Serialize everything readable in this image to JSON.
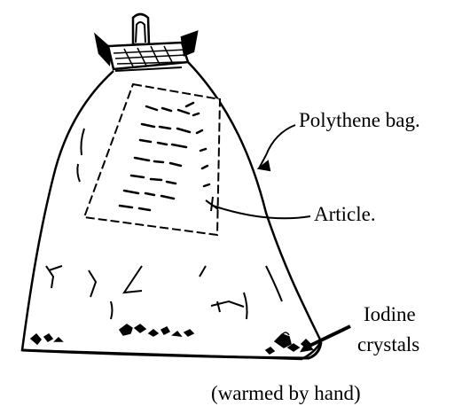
{
  "labels": {
    "polythene_bag": "Polythene bag.",
    "article": "Article.",
    "iodine_line1": "Iodine",
    "iodine_line2": "crystals",
    "warmed": "(warmed by hand)"
  },
  "colors": {
    "ink": "#000000",
    "background": "#ffffff"
  }
}
